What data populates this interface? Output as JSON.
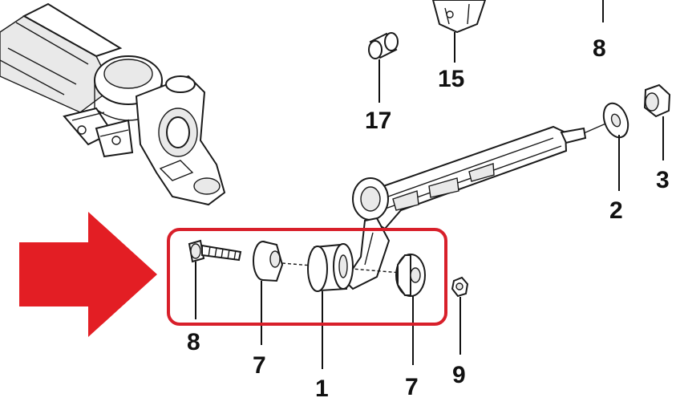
{
  "colors": {
    "arrow": "#e31e24",
    "highlight_box": "#d81f2a",
    "line": "#111111"
  },
  "labels": {
    "p8_top": "8",
    "p15": "15",
    "p17": "17",
    "p2": "2",
    "p3": "3",
    "p8_bolt": "8",
    "p7_left": "7",
    "p1": "1",
    "p7_right": "7",
    "p9": "9"
  }
}
